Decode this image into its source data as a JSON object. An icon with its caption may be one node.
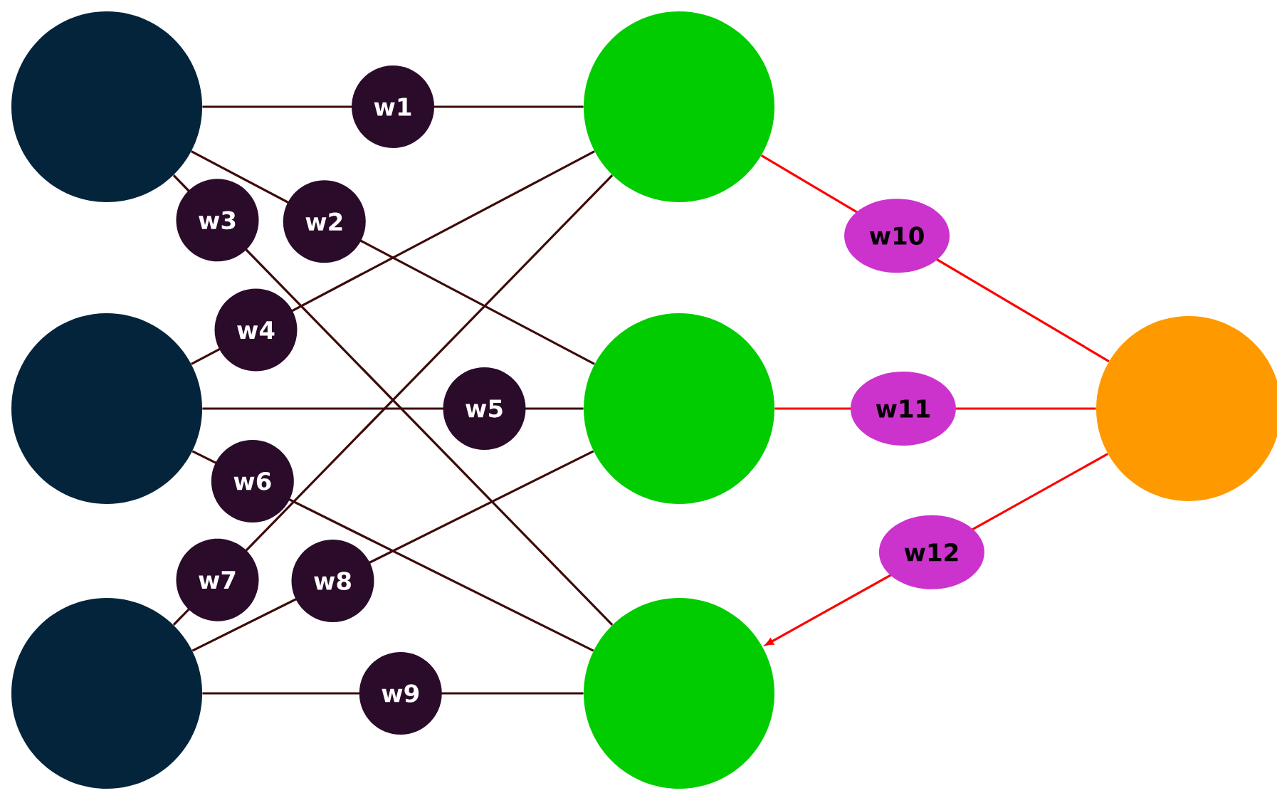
{
  "diagram": {
    "nodes": [
      {
        "text": [],
        "shape": "circle"
      },
      {
        "text": [],
        "shape": "circle"
      },
      {
        "text": [],
        "shape": "circle"
      },
      {
        "text": [],
        "shape": "circle"
      },
      {
        "text": [],
        "shape": "circle"
      },
      {
        "text": [],
        "shape": "circle"
      },
      {
        "text": [],
        "shape": "circle"
      }
    ],
    "edges": [
      {
        "from": 0,
        "to": 3,
        "arrow": "none",
        "label": "w1"
      },
      {
        "from": 0,
        "to": 4,
        "arrow": "none",
        "label": "w2"
      },
      {
        "from": 0,
        "to": 5,
        "arrow": "none",
        "label": "w3"
      },
      {
        "from": 1,
        "to": 3,
        "arrow": "none",
        "label": "w4"
      },
      {
        "from": 1,
        "to": 4,
        "arrow": "none",
        "label": "w5"
      },
      {
        "from": 1,
        "to": 5,
        "arrow": "none",
        "label": "w6"
      },
      {
        "from": 2,
        "to": 3,
        "arrow": "none",
        "label": "w7"
      },
      {
        "from": 2,
        "to": 4,
        "arrow": "none",
        "label": "w8"
      },
      {
        "from": 2,
        "to": 5,
        "arrow": "none",
        "label": "w9"
      },
      {
        "from": 3,
        "to": 6,
        "arrow": "none",
        "label": "w10",
        "color": "#ff0000"
      },
      {
        "from": 4,
        "to": 6,
        "arrow": "none",
        "label": "w11",
        "color": "#ff0000"
      },
      {
        "from": 6,
        "to": 5,
        "arrow": "to",
        "label": "w12",
        "color": "#ff0000"
      }
    ]
  }
}
